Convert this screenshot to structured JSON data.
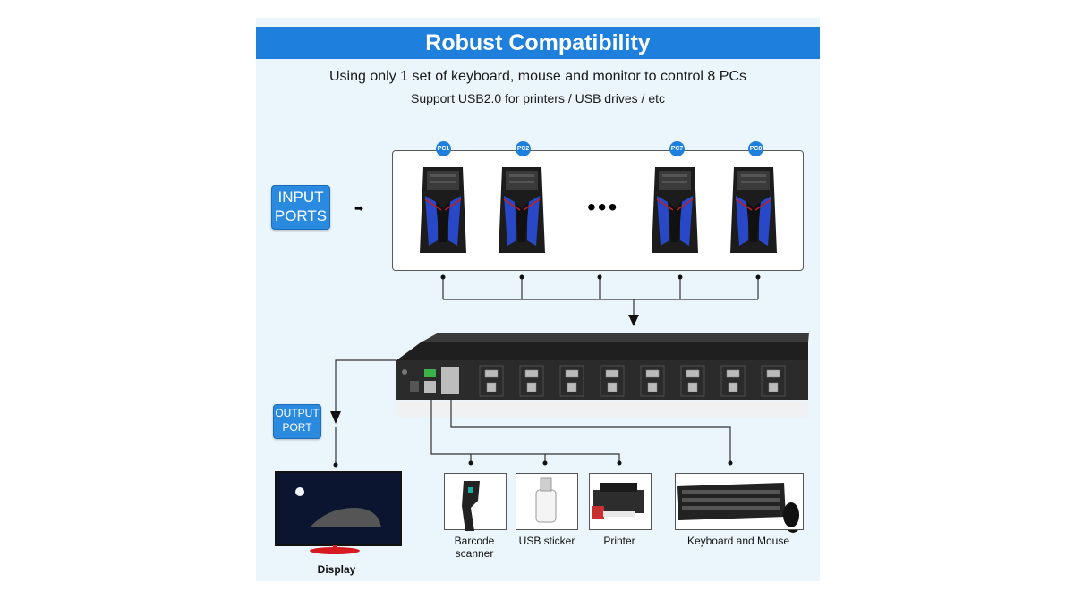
{
  "banner": {
    "title": "Robust Compatibility"
  },
  "subtitle": {
    "line1": "Using only 1 set of keyboard, mouse and monitor to control 8 PCs",
    "line2": "Support USB2.0 for printers / USB drives / etc"
  },
  "input_ports": {
    "line1": "INPUT",
    "line2": "PORTS"
  },
  "output_port": {
    "line1": "OUTPUT",
    "line2": "PORT"
  },
  "pcs": [
    {
      "label": "PC1"
    },
    {
      "label": "PC2"
    },
    {
      "label": "PC7"
    },
    {
      "label": "PC8"
    }
  ],
  "ellipsis": "•••",
  "devices": {
    "display": "Display",
    "barcode": "Barcode scanner",
    "usb": "USB sticker",
    "printer": "Printer",
    "keyboard_mouse": "Keyboard and Mouse"
  },
  "colors": {
    "accent": "#1e7fdc",
    "panel_bg": "#eaf5fc",
    "kvm_body": "#2b2b2b",
    "led_blue": "#3a6fe0"
  }
}
